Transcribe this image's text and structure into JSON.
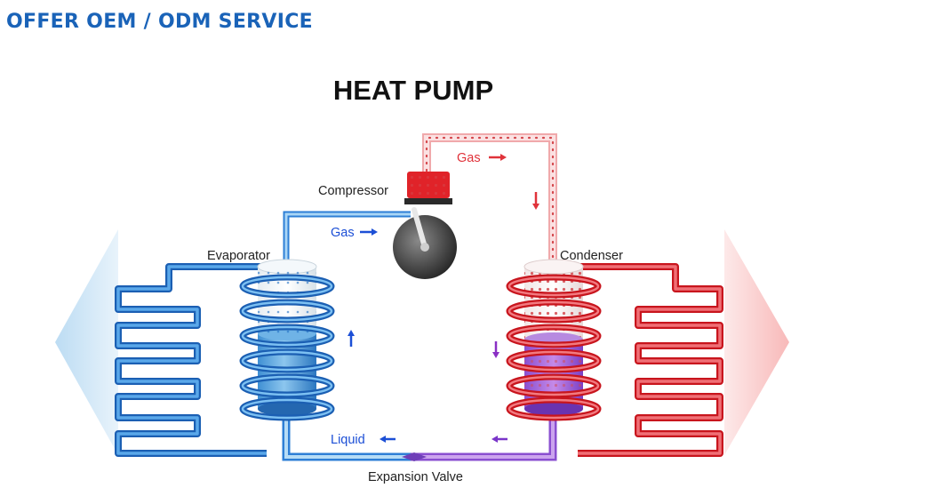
{
  "page": {
    "heading": "OFFER OEM / ODM  SERVICE"
  },
  "diagram": {
    "title": "HEAT PUMP",
    "labels": {
      "compressor": "Compressor",
      "evaporator": "Evaporator",
      "condenser": "Condenser",
      "expansion_valve": "Expansion Valve",
      "gas_cold": "Gas",
      "gas_hot": "Gas",
      "liquid": "Liquid"
    },
    "colors": {
      "heading": "#1a63b8",
      "cold_pipe": "#2e7fd6",
      "hot_pipe": "#e0323a",
      "hot_gas_pipe": "#f2b8b8",
      "liquid_pipe": "#8a4fd0",
      "cold_arrow": "#1c4fd6",
      "hot_arrow": "#e0323a"
    },
    "icons": {
      "left_arrow": "cold-air-out-arrow-icon",
      "right_arrow": "hot-air-out-arrow-icon"
    }
  }
}
